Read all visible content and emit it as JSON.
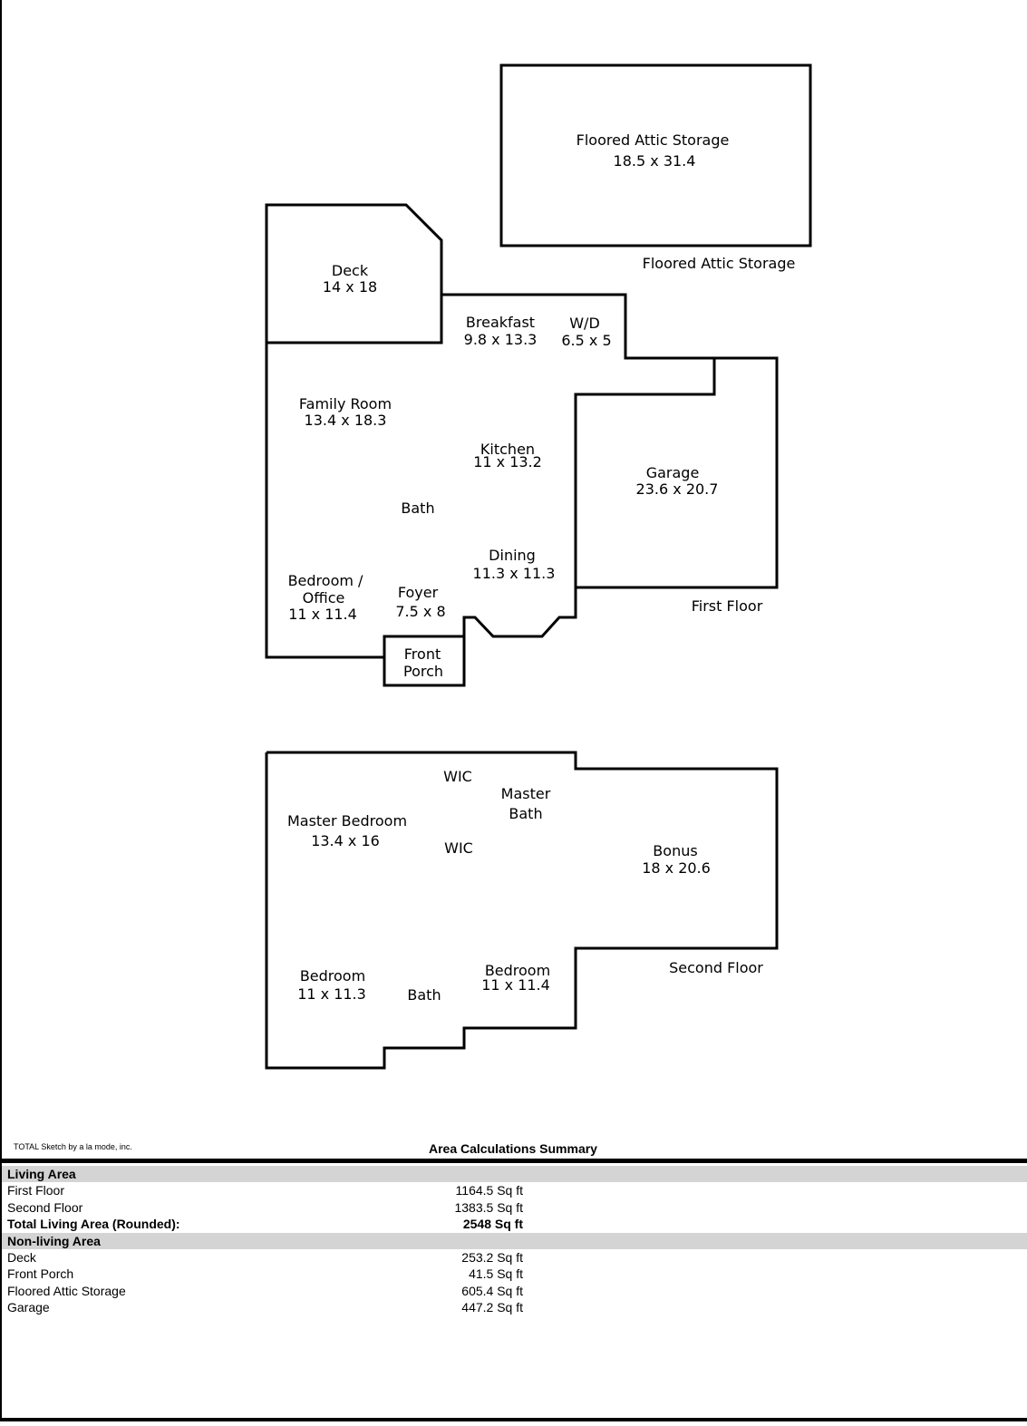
{
  "floor_plan": {
    "attic": {
      "room": {
        "name": "Floored Attic Storage",
        "dims": "18.5 x 31.4"
      },
      "floor_label": "Floored Attic Storage"
    },
    "first_floor": {
      "floor_label": "First Floor",
      "rooms": {
        "deck": {
          "name": "Deck",
          "dims": "14 x 18"
        },
        "breakfast": {
          "name": "Breakfast",
          "dims": "9.8 x 13.3"
        },
        "wd": {
          "name": "W/D",
          "dims": "6.5 x 5"
        },
        "family_room": {
          "name": "Family Room",
          "dims": "13.4 x 18.3"
        },
        "kitchen": {
          "name": "Kitchen",
          "dims": "11 x 13.2"
        },
        "garage": {
          "name": "Garage",
          "dims": "23.6 x 20.7"
        },
        "bath": {
          "name": "Bath"
        },
        "dining": {
          "name": "Dining",
          "dims": "11.3 x 11.3"
        },
        "bedroom_office": {
          "name_line1": "Bedroom /",
          "name_line2": "Office",
          "dims": "11 x 11.4"
        },
        "foyer": {
          "name": "Foyer",
          "dims": "7.5 x 8"
        },
        "front_porch": {
          "name_line1": "Front",
          "name_line2": "Porch"
        }
      }
    },
    "second_floor": {
      "floor_label": "Second Floor",
      "rooms": {
        "wic_1": {
          "name": "WIC"
        },
        "master_bath": {
          "name_line1": "Master",
          "name_line2": "Bath"
        },
        "master_bedroom": {
          "name": "Master Bedroom",
          "dims": "13.4 x 16"
        },
        "wic_2": {
          "name": "WIC"
        },
        "bonus": {
          "name": "Bonus",
          "dims": "18 x 20.6"
        },
        "bedroom_a": {
          "name": "Bedroom",
          "dims": "11 x 11.3"
        },
        "bath": {
          "name": "Bath"
        },
        "bedroom_b": {
          "name": "Bedroom",
          "dims": "11 x 11.4"
        }
      }
    }
  },
  "footer": {
    "credit": "TOTAL Sketch by a la mode, inc.",
    "title": "Area Calculations Summary"
  },
  "summary": {
    "living": {
      "heading": "Living Area",
      "rows": [
        {
          "label": "First Floor",
          "value": "1164.5 Sq ft"
        },
        {
          "label": "Second Floor",
          "value": "1383.5 Sq ft"
        }
      ],
      "total": {
        "label": "Total Living Area (Rounded):",
        "value": "2548 Sq ft"
      }
    },
    "non_living": {
      "heading": "Non-living Area",
      "rows": [
        {
          "label": "Deck",
          "value": "253.2 Sq ft"
        },
        {
          "label": "Front Porch",
          "value": "41.5 Sq ft"
        },
        {
          "label": "Floored Attic Storage",
          "value": "605.4 Sq ft"
        },
        {
          "label": "Garage",
          "value": "447.2 Sq ft"
        }
      ]
    }
  }
}
